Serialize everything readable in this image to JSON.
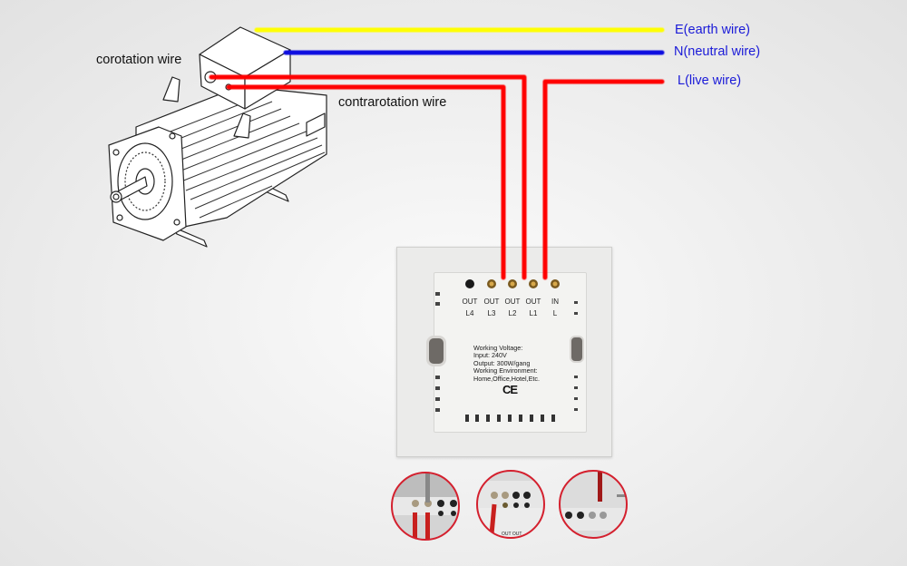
{
  "legend": {
    "earth": {
      "label": "E(earth wire)",
      "color": "#ffff00"
    },
    "neutral": {
      "label": "N(neutral wire)",
      "color": "#1010e0"
    },
    "live": {
      "label": "L(live wire)",
      "color": "#ff0000"
    }
  },
  "motor": {
    "corotation_label": "corotation wire",
    "contrarotation_label": "contrarotation wire"
  },
  "switch": {
    "terminals": [
      {
        "top": "OUT",
        "bottom": "L4",
        "wired": false,
        "hole": "#1a1a1a"
      },
      {
        "top": "OUT",
        "bottom": "L3",
        "wired": false,
        "hole": "#7a5a20"
      },
      {
        "top": "OUT",
        "bottom": "L2",
        "wired": true,
        "hole": "#7a5a20"
      },
      {
        "top": "OUT",
        "bottom": "L1",
        "wired": true,
        "hole": "#7a5a20"
      },
      {
        "top": "IN",
        "bottom": "L",
        "wired": true,
        "hole": "#7a5a20"
      }
    ],
    "spec_lines": [
      "Working Voltage:",
      "Input: 240V",
      "Output: 300W/gang",
      "Working Environment:",
      "Home,Office,Hotel,Etc."
    ],
    "ce_mark": "CE"
  },
  "detail_photos": [
    {
      "name": "screwdriver-terminal-detail",
      "caption": ""
    },
    {
      "name": "inserted-wire-detail",
      "caption": "OUT OUT"
    },
    {
      "name": "side-terminal-detail",
      "caption": ""
    }
  ]
}
